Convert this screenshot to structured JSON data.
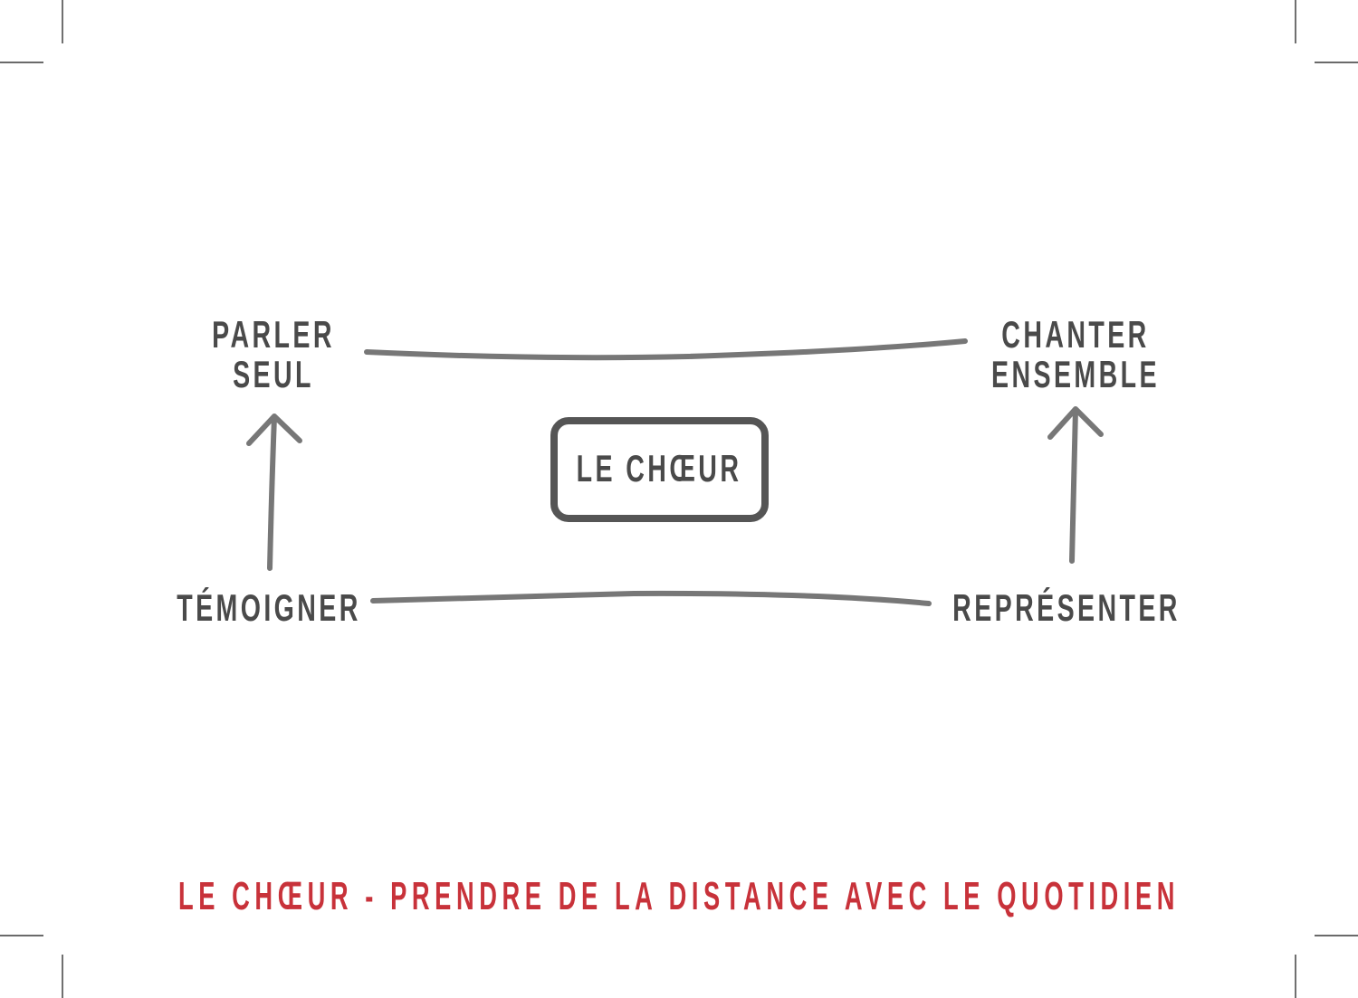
{
  "nodes": {
    "top_left": [
      "PARLER",
      "SEUL"
    ],
    "top_right": [
      "CHANTER",
      "ENSEMBLE"
    ],
    "bottom_left": "TÉMOIGNER",
    "bottom_right": "REPRÉSENTER",
    "center": "LE CHŒUR"
  },
  "caption": "LE CHŒUR - PRENDRE DE LA DISTANCE AVEC LE QUOTIDIEN",
  "colors": {
    "text": "#4a4a4a",
    "line": "#777777",
    "caption": "#c8323a"
  }
}
